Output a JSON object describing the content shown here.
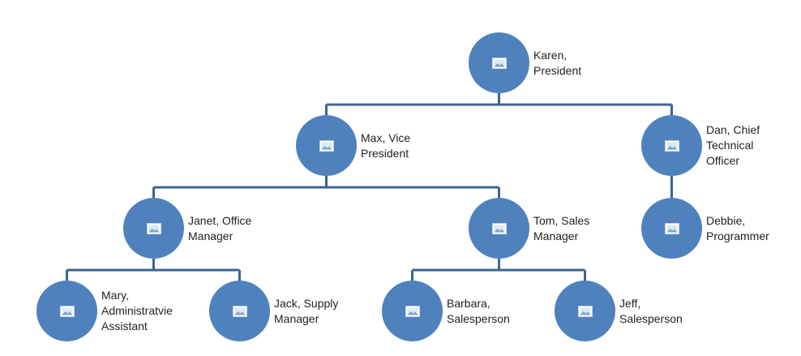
{
  "org_chart": {
    "nodes": [
      {
        "id": "karen",
        "lines": [
          "Karen,",
          "President"
        ]
      },
      {
        "id": "max",
        "lines": [
          "Max, Vice",
          "President"
        ]
      },
      {
        "id": "dan",
        "lines": [
          "Dan, Chief",
          "Technical",
          "Officer"
        ]
      },
      {
        "id": "janet",
        "lines": [
          "Janet, Office",
          "Manager"
        ]
      },
      {
        "id": "tom",
        "lines": [
          "Tom, Sales",
          "Manager"
        ]
      },
      {
        "id": "debbie",
        "lines": [
          "Debbie,",
          "Programmer"
        ]
      },
      {
        "id": "mary",
        "lines": [
          "Mary,",
          "Administratvie",
          "Assistant"
        ]
      },
      {
        "id": "jack",
        "lines": [
          "Jack, Supply",
          "Manager"
        ]
      },
      {
        "id": "barbara",
        "lines": [
          "Barbara,",
          "Salesperson"
        ]
      },
      {
        "id": "jeff",
        "lines": [
          "Jeff,",
          "Salesperson"
        ]
      }
    ],
    "reports_to": {
      "max": "karen",
      "dan": "karen",
      "janet": "max",
      "tom": "max",
      "debbie": "dan",
      "mary": "janet",
      "jack": "janet",
      "barbara": "tom",
      "jeff": "tom"
    },
    "colors": {
      "node_fill": "#4f81bd",
      "connector": "#3c6590",
      "text": "#222222"
    },
    "node_icon": "picture-placeholder-icon"
  }
}
